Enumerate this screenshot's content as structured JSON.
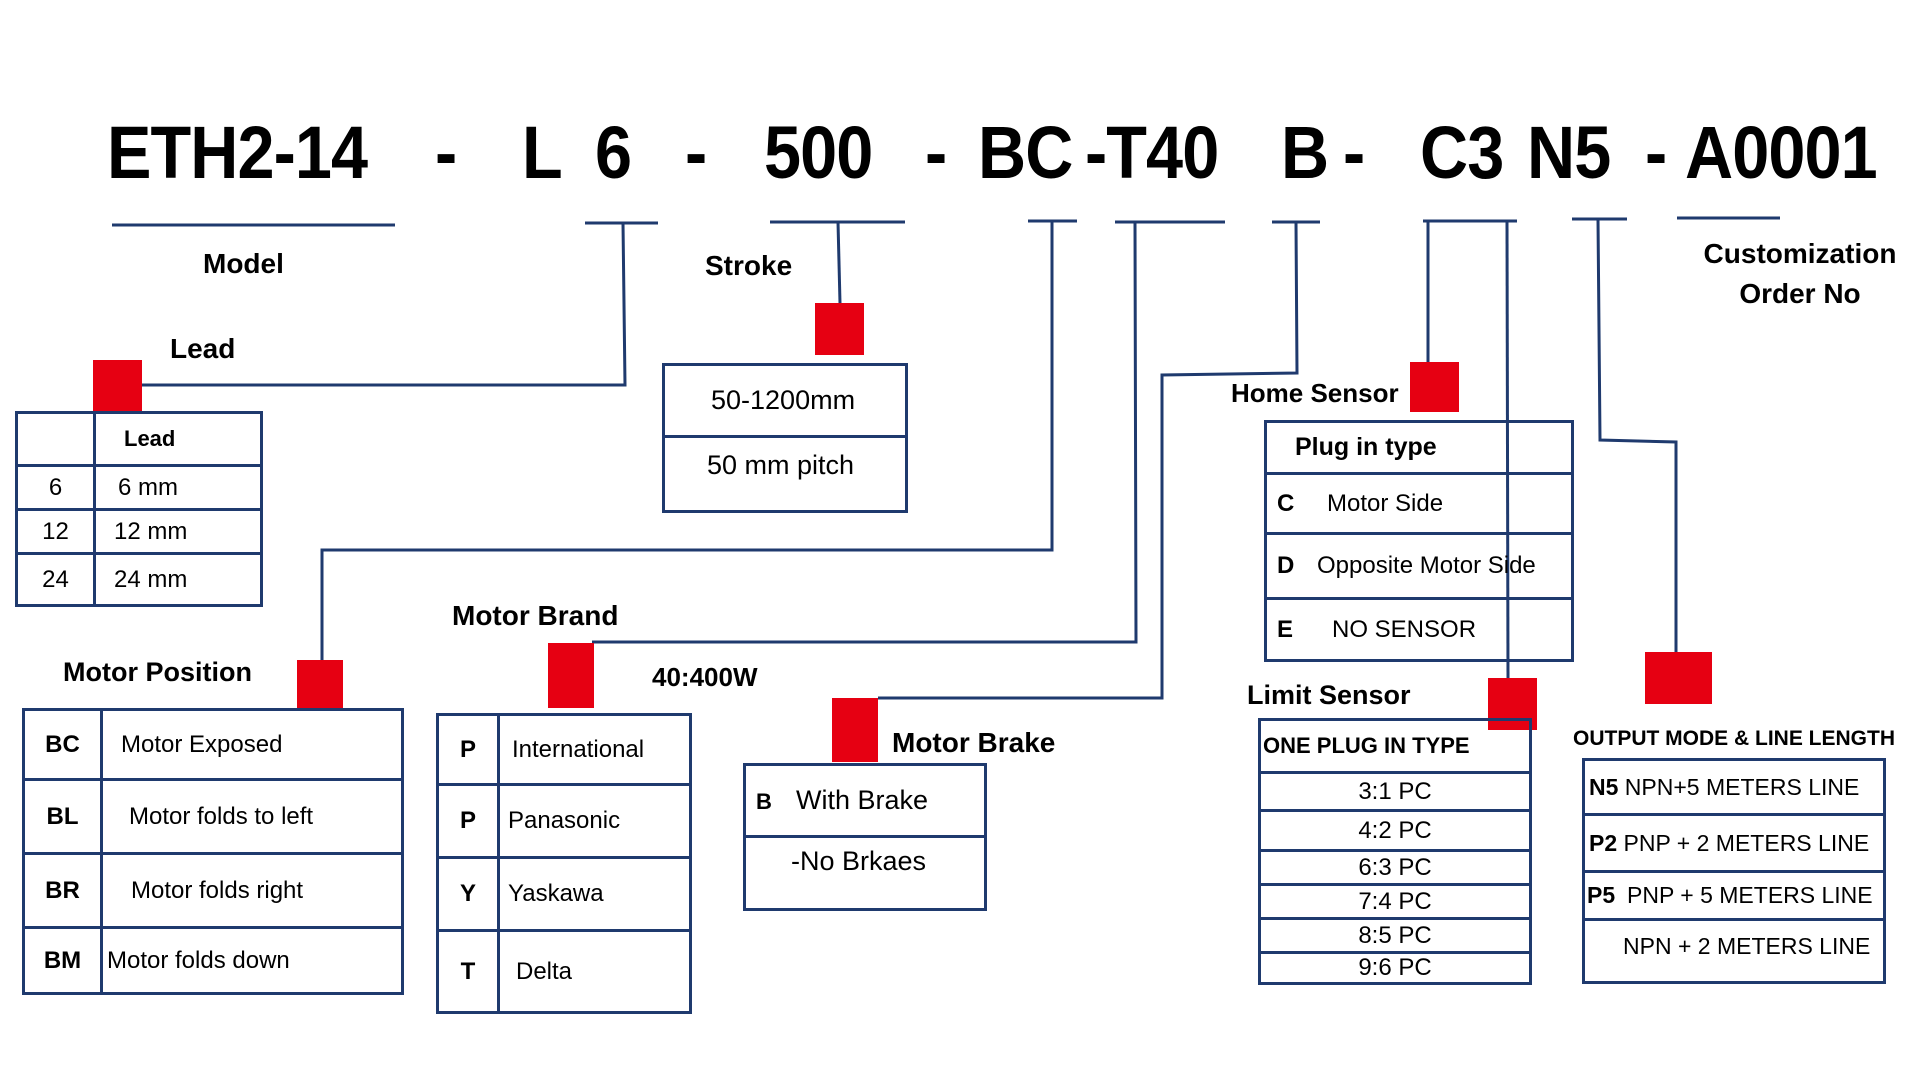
{
  "model_code": {
    "segments": [
      {
        "text": "ETH2-14",
        "meaning": "Model"
      },
      {
        "text": "-"
      },
      {
        "text": "L"
      },
      {
        "text": "6",
        "meaning": "Lead"
      },
      {
        "text": "-"
      },
      {
        "text": "500",
        "meaning": "Stroke"
      },
      {
        "text": "-"
      },
      {
        "text": "BC",
        "meaning": "Motor Position"
      },
      {
        "text": "-T40",
        "meaning": "Motor Brand"
      },
      {
        "text": "B",
        "meaning": "Motor Brake"
      },
      {
        "text": "-"
      },
      {
        "text": "C3",
        "meaning": "Home Sensor / Limit Sensor"
      },
      {
        "text": "N5",
        "meaning": "Output Mode & Line Length"
      },
      {
        "text": "-"
      },
      {
        "text": "A0001",
        "meaning": "Customization Order No"
      }
    ]
  },
  "labels": {
    "model": "Model",
    "stroke": "Stroke",
    "customization_line1": "Customization",
    "customization_line2": "Order No",
    "lead": "Lead",
    "motor_position": "Motor Position",
    "motor_brand": "Motor Brand",
    "motor_brand_power": "40:400W",
    "motor_brake": "Motor Brake",
    "home_sensor": "Home Sensor",
    "limit_sensor": "Limit Sensor",
    "output_mode": "OUTPUT MODE & LINE LENGTH"
  },
  "tables": {
    "lead": {
      "header": [
        "",
        "Lead"
      ],
      "rows": [
        {
          "key": "6",
          "value": "6 mm"
        },
        {
          "key": "12",
          "value": "12 mm"
        },
        {
          "key": "24",
          "value": "24 mm"
        }
      ]
    },
    "stroke": {
      "rows": [
        "50-1200mm",
        "50 mm pitch"
      ]
    },
    "motor_position": {
      "rows": [
        {
          "key": "BC",
          "value": "Motor Exposed"
        },
        {
          "key": "BL",
          "value": "Motor folds to left"
        },
        {
          "key": "BR",
          "value": "Motor folds right"
        },
        {
          "key": "BM",
          "value": "Motor folds down"
        }
      ]
    },
    "motor_brand": {
      "rows": [
        {
          "key": "P",
          "value": "International"
        },
        {
          "key": "P",
          "value": "Panasonic"
        },
        {
          "key": "Y",
          "value": "Yaskawa"
        },
        {
          "key": "T",
          "value": "Delta"
        }
      ]
    },
    "motor_brake": {
      "rows": [
        {
          "key": "B",
          "value": "With Brake"
        },
        {
          "key": "",
          "value": "-No Brkaes"
        }
      ]
    },
    "home_sensor": {
      "header": "Plug in type",
      "rows": [
        {
          "key": "C",
          "value": "Motor Side"
        },
        {
          "key": "D",
          "value": "Opposite Motor Side"
        },
        {
          "key": "E",
          "value": "NO SENSOR"
        }
      ]
    },
    "limit_sensor": {
      "header": "ONE PLUG IN TYPE",
      "rows": [
        "3:1 PC",
        "4:2 PC",
        "6:3 PC",
        "7:4 PC",
        "8:5 PC",
        "9:6 PC"
      ]
    },
    "output_mode": {
      "rows": [
        {
          "key": "N5",
          "value": "NPN+5 METERS LINE"
        },
        {
          "key": "P2",
          "value": "PNP + 2 METERS LINE"
        },
        {
          "key": "P5",
          "value": "PNP + 5 METERS LINE"
        },
        {
          "key": "",
          "value": "NPN + 2 METERS LINE"
        }
      ]
    }
  },
  "colors": {
    "line": "#1f3a6e",
    "marker": "#e60012",
    "text": "#000000"
  }
}
